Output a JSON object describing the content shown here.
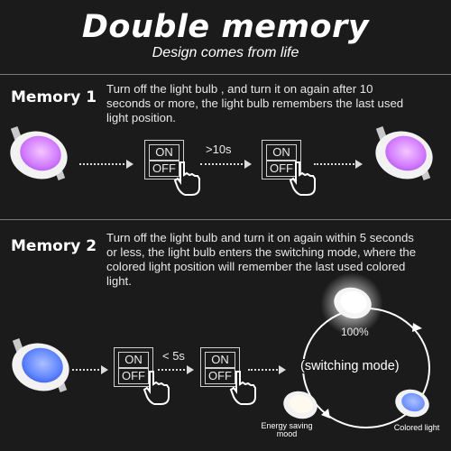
{
  "title": "Double memory",
  "subtitle": "Design comes from life",
  "memory1": {
    "label": "Memory  1",
    "description": "Turn off the light bulb , and turn it on again after 10 seconds or more, the light bulb remembers the last used light position.",
    "timing": ">10s",
    "switch_on": "ON",
    "switch_off": "OFF"
  },
  "memory2": {
    "label": "Memory 2",
    "description": "Turn off the light bulb and turn it on again within 5 seconds or less, the light bulb enters the switching mode, where the colored light position will remember the last used colored light.",
    "timing": "< 5s",
    "switch_on": "ON",
    "switch_off": "OFF",
    "cycle_label": "(switching mode)",
    "brightness": "100%",
    "energy_label": "Energy saving mood",
    "colored_label": "Colored light"
  },
  "colors": {
    "background": "#1b1b1b",
    "magenta_light": "#d27bff",
    "blue_light": "#5f84ff",
    "white_light": "#ffffff"
  }
}
